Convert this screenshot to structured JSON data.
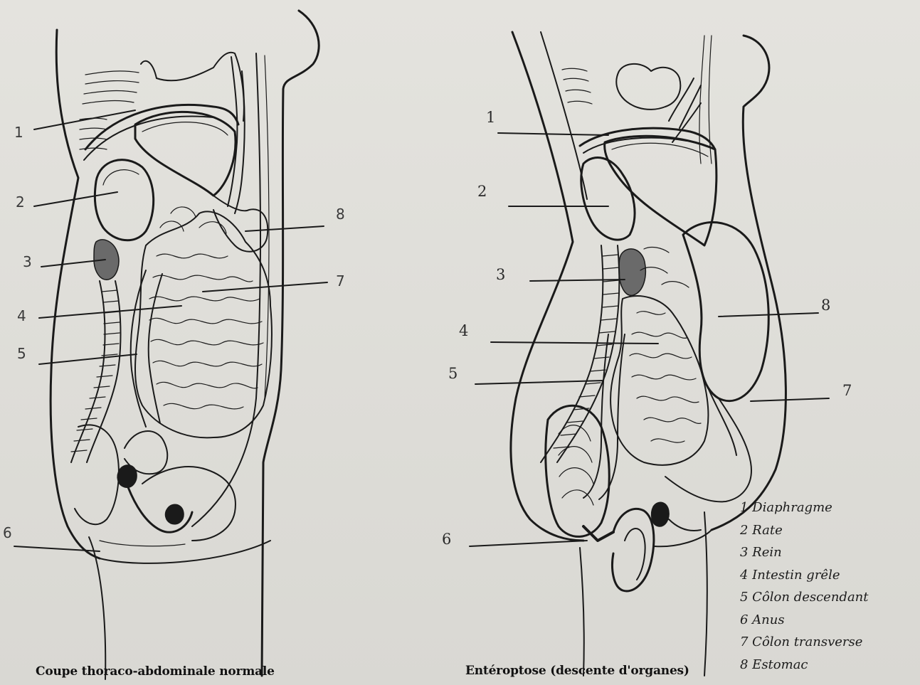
{
  "left_figure": {
    "caption": "Coupe thoraco-abdominale normale",
    "labels": [
      "1",
      "2",
      "3",
      "4",
      "5",
      "6",
      "7",
      "8"
    ]
  },
  "right_figure": {
    "caption": "Entéroptose (descente d'organes)",
    "labels": [
      "1",
      "2",
      "3",
      "4",
      "5",
      "6",
      "7",
      "8"
    ]
  },
  "legend": [
    "1 Diaphragme",
    "2 Rate",
    "3 Rein",
    "4 Intestin grêle",
    "5 Côlon descendant",
    "6 Anus",
    "7 Côlon transverse",
    "8 Estomac"
  ],
  "colors": {
    "ink": "#1a1a1a",
    "paper": "#e2e1dc"
  }
}
